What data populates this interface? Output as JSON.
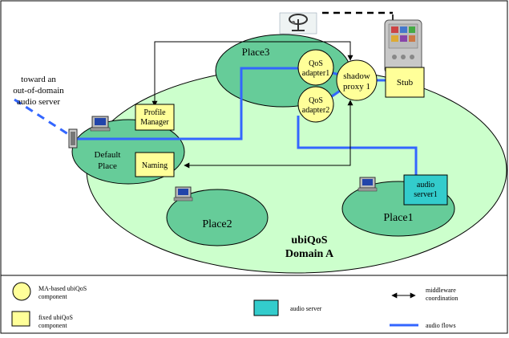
{
  "diagram": {
    "domain_name": "ubiQoS",
    "domain_subtitle": "Domain A",
    "places": {
      "place3": "Place3",
      "place2": "Place2",
      "place1": "Place1",
      "default_line1": "Default",
      "default_line2": "Place"
    },
    "components": {
      "qos_adapter1_line1": "QoS",
      "qos_adapter1_line2": "adapter1",
      "qos_adapter2_line1": "QoS",
      "qos_adapter2_line2": "adapter2",
      "shadow_proxy_line1": "shadow",
      "shadow_proxy_line2": "proxy 1",
      "stub": "Stub",
      "profile_manager_line1": "Profile",
      "profile_manager_line2": "Manager",
      "naming": "Naming",
      "audio_server_line1": "audio",
      "audio_server_line2": "server1"
    },
    "external_note": {
      "line1": "toward an",
      "line2": "out-of-domain",
      "line3": "audio server"
    },
    "colors": {
      "domain_fill": "#ccffcc",
      "place_fill": "#66cc99",
      "component_fill": "#ffff99",
      "audio_server_fill": "#33cccc",
      "audio_flow": "#3366ff"
    }
  },
  "legend": {
    "ma_component_line1": "MA-based ubiQoS",
    "ma_component_line2": "component",
    "fixed_component_line1": "fixed ubiQoS",
    "fixed_component_line2": "component",
    "audio_server": "audio server",
    "middleware_line1": "middleware",
    "middleware_line2": "coordination",
    "audio_flows": "audio flows"
  }
}
